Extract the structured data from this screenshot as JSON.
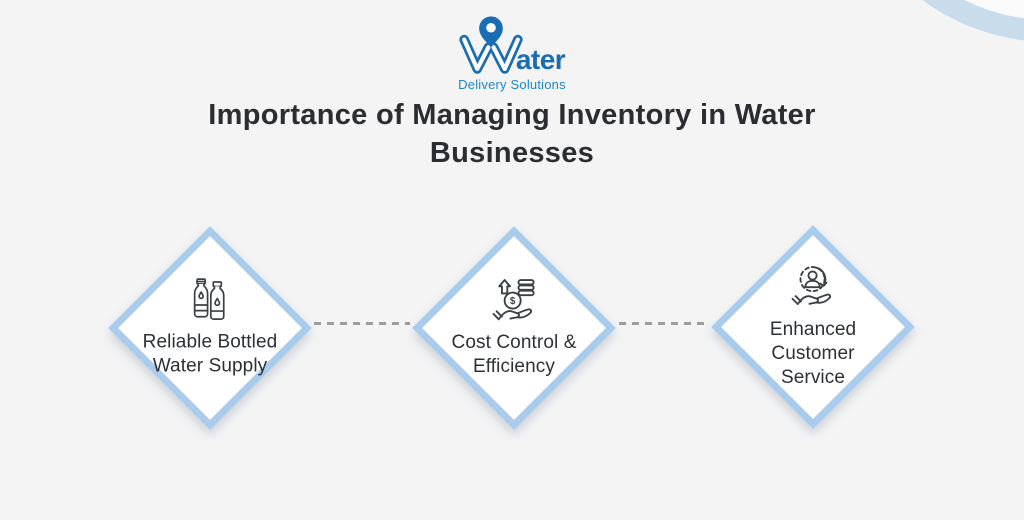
{
  "colors": {
    "background": "#f4f4f5",
    "brand_blue": "#1a6cb3",
    "brand_blue_light": "#1f86c7",
    "diamond_border": "#a9cbec",
    "diamond_fill": "#ffffff",
    "title_text": "#2b2d31",
    "label_text": "#2e3134",
    "icon_stroke": "#3b4046",
    "connector": "#9b9ea1",
    "corner_ring": "#c9dcec"
  },
  "logo": {
    "brand": "Water",
    "brand_suffix": "ater",
    "tagline": "Delivery Solutions"
  },
  "title": "Importance of Managing Inventory in Water\nBusinesses",
  "steps": [
    {
      "icon": "water-bottles-icon",
      "label": "Reliable Bottled\nWater Supply"
    },
    {
      "icon": "hand-coins-icon",
      "label": "Cost Control &\nEfficiency",
      "coin_symbol": "$"
    },
    {
      "icon": "customer-care-icon",
      "label": "Enhanced\nCustomer\nService"
    }
  ]
}
